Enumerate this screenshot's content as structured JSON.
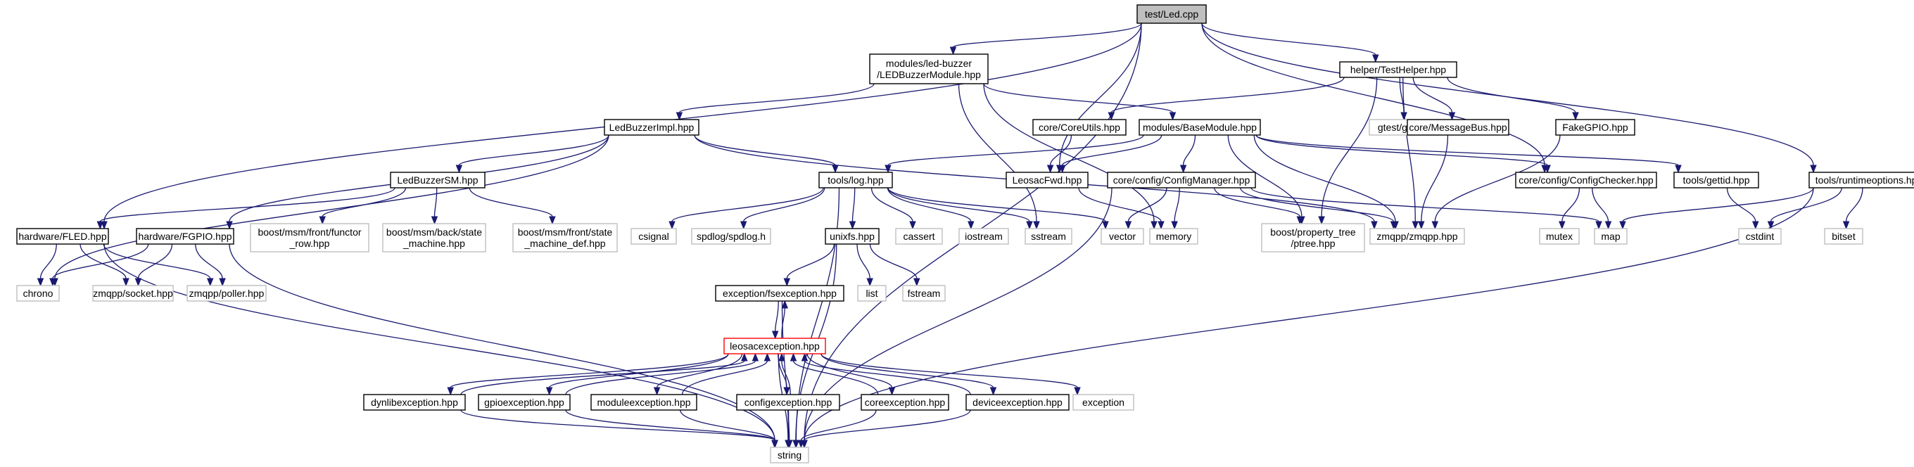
{
  "colors": {
    "edge": "#191970",
    "box_border": "#000000",
    "external_border": "#bfbfbf",
    "root_fill": "#bfbfbf",
    "highlight_border": "#ff0000",
    "background": "#ffffff"
  },
  "nodes": [
    {
      "id": "root",
      "lines": [
        "test/Led.cpp"
      ],
      "kind": "root"
    },
    {
      "id": "ledbuzzermodule",
      "lines": [
        "modules/led-buzzer",
        "/LEDBuzzerModule.hpp"
      ],
      "kind": "local"
    },
    {
      "id": "testhelper",
      "lines": [
        "helper/TestHelper.hpp"
      ],
      "kind": "local"
    },
    {
      "id": "ledbuzzerimpl",
      "lines": [
        "LedBuzzerImpl.hpp"
      ],
      "kind": "local"
    },
    {
      "id": "coreutils",
      "lines": [
        "core/CoreUtils.hpp"
      ],
      "kind": "local"
    },
    {
      "id": "basemodule",
      "lines": [
        "modules/BaseModule.hpp"
      ],
      "kind": "local"
    },
    {
      "id": "gtest",
      "lines": [
        "gtest/gtest.h"
      ],
      "kind": "external"
    },
    {
      "id": "messagebus",
      "lines": [
        "core/MessageBus.hpp"
      ],
      "kind": "local"
    },
    {
      "id": "fakegpio",
      "lines": [
        "FakeGPIO.hpp"
      ],
      "kind": "local"
    },
    {
      "id": "ledbuzzersm",
      "lines": [
        "LedBuzzerSM.hpp"
      ],
      "kind": "local"
    },
    {
      "id": "log",
      "lines": [
        "tools/log.hpp"
      ],
      "kind": "local"
    },
    {
      "id": "leosacfwd",
      "lines": [
        "LeosacFwd.hpp"
      ],
      "kind": "local"
    },
    {
      "id": "configmanager",
      "lines": [
        "core/config/ConfigManager.hpp"
      ],
      "kind": "local"
    },
    {
      "id": "configchecker",
      "lines": [
        "core/config/ConfigChecker.hpp"
      ],
      "kind": "local"
    },
    {
      "id": "gettid",
      "lines": [
        "tools/gettid.hpp"
      ],
      "kind": "local"
    },
    {
      "id": "runtimeoptions",
      "lines": [
        "tools/runtimeoptions.hpp"
      ],
      "kind": "local"
    },
    {
      "id": "fled",
      "lines": [
        "hardware/FLED.hpp"
      ],
      "kind": "local"
    },
    {
      "id": "fgpio",
      "lines": [
        "hardware/FGPIO.hpp"
      ],
      "kind": "local"
    },
    {
      "id": "functor_row",
      "lines": [
        "boost/msm/front/functor",
        "_row.hpp"
      ],
      "kind": "external"
    },
    {
      "id": "state_machine",
      "lines": [
        "boost/msm/back/state",
        "_machine.hpp"
      ],
      "kind": "external"
    },
    {
      "id": "state_machine_def",
      "lines": [
        "boost/msm/front/state",
        "_machine_def.hpp"
      ],
      "kind": "external"
    },
    {
      "id": "csignal",
      "lines": [
        "csignal"
      ],
      "kind": "external"
    },
    {
      "id": "spdlog",
      "lines": [
        "spdlog/spdlog.h"
      ],
      "kind": "external"
    },
    {
      "id": "unixfs",
      "lines": [
        "unixfs.hpp"
      ],
      "kind": "local"
    },
    {
      "id": "cassert",
      "lines": [
        "cassert"
      ],
      "kind": "external"
    },
    {
      "id": "iostream",
      "lines": [
        "iostream"
      ],
      "kind": "external"
    },
    {
      "id": "sstream",
      "lines": [
        "sstream"
      ],
      "kind": "external"
    },
    {
      "id": "vector",
      "lines": [
        "vector"
      ],
      "kind": "external"
    },
    {
      "id": "memory",
      "lines": [
        "memory"
      ],
      "kind": "external"
    },
    {
      "id": "ptree",
      "lines": [
        "boost/property_tree",
        "/ptree.hpp"
      ],
      "kind": "external"
    },
    {
      "id": "zmqpp",
      "lines": [
        "zmqpp/zmqpp.hpp"
      ],
      "kind": "external"
    },
    {
      "id": "mutex",
      "lines": [
        "mutex"
      ],
      "kind": "external"
    },
    {
      "id": "map",
      "lines": [
        "map"
      ],
      "kind": "external"
    },
    {
      "id": "cstdint",
      "lines": [
        "cstdint"
      ],
      "kind": "external"
    },
    {
      "id": "bitset",
      "lines": [
        "bitset"
      ],
      "kind": "external"
    },
    {
      "id": "chrono",
      "lines": [
        "chrono"
      ],
      "kind": "external"
    },
    {
      "id": "socket",
      "lines": [
        "zmqpp/socket.hpp"
      ],
      "kind": "external"
    },
    {
      "id": "poller",
      "lines": [
        "zmqpp/poller.hpp"
      ],
      "kind": "external"
    },
    {
      "id": "list",
      "lines": [
        "list"
      ],
      "kind": "external"
    },
    {
      "id": "fstream",
      "lines": [
        "fstream"
      ],
      "kind": "external"
    },
    {
      "id": "fsexception",
      "lines": [
        "exception/fsexception.hpp"
      ],
      "kind": "local"
    },
    {
      "id": "leosacexception",
      "lines": [
        "leosacexception.hpp"
      ],
      "kind": "highlight"
    },
    {
      "id": "dynlibexception",
      "lines": [
        "dynlibexception.hpp"
      ],
      "kind": "local"
    },
    {
      "id": "gpioexception",
      "lines": [
        "gpioexception.hpp"
      ],
      "kind": "local"
    },
    {
      "id": "moduleexception",
      "lines": [
        "moduleexception.hpp"
      ],
      "kind": "local"
    },
    {
      "id": "configexception",
      "lines": [
        "configexception.hpp"
      ],
      "kind": "local"
    },
    {
      "id": "coreexception",
      "lines": [
        "coreexception.hpp"
      ],
      "kind": "local"
    },
    {
      "id": "deviceexception",
      "lines": [
        "deviceexception.hpp"
      ],
      "kind": "local"
    },
    {
      "id": "exception",
      "lines": [
        "exception"
      ],
      "kind": "external"
    },
    {
      "id": "string",
      "lines": [
        "string"
      ],
      "kind": "external"
    }
  ],
  "edges": [
    [
      "root",
      "ledbuzzermodule"
    ],
    [
      "root",
      "testhelper"
    ],
    [
      "root",
      "fled"
    ],
    [
      "root",
      "leosacfwd"
    ],
    [
      "root",
      "configchecker"
    ],
    [
      "root",
      "runtimeoptions"
    ],
    [
      "root",
      "string"
    ],
    [
      "ledbuzzermodule",
      "ledbuzzerimpl"
    ],
    [
      "ledbuzzermodule",
      "basemodule"
    ],
    [
      "ledbuzzermodule",
      "memory"
    ],
    [
      "ledbuzzermodule",
      "sstream"
    ],
    [
      "testhelper",
      "coreutils"
    ],
    [
      "testhelper",
      "gtest"
    ],
    [
      "testhelper",
      "messagebus"
    ],
    [
      "testhelper",
      "fakegpio"
    ],
    [
      "testhelper",
      "zmqpp"
    ],
    [
      "testhelper",
      "ptree"
    ],
    [
      "ledbuzzerimpl",
      "ledbuzzersm"
    ],
    [
      "ledbuzzerimpl",
      "log"
    ],
    [
      "ledbuzzerimpl",
      "fgpio"
    ],
    [
      "ledbuzzerimpl",
      "chrono"
    ],
    [
      "ledbuzzerimpl",
      "zmqpp"
    ],
    [
      "coreutils",
      "leosacfwd"
    ],
    [
      "basemodule",
      "log"
    ],
    [
      "basemodule",
      "leosacfwd"
    ],
    [
      "basemodule",
      "configmanager"
    ],
    [
      "basemodule",
      "configchecker"
    ],
    [
      "basemodule",
      "gettid"
    ],
    [
      "basemodule",
      "zmqpp"
    ],
    [
      "basemodule",
      "ptree"
    ],
    [
      "messagebus",
      "zmqpp"
    ],
    [
      "fakegpio",
      "zmqpp"
    ],
    [
      "ledbuzzersm",
      "fled"
    ],
    [
      "ledbuzzersm",
      "functor_row"
    ],
    [
      "ledbuzzersm",
      "state_machine"
    ],
    [
      "ledbuzzersm",
      "state_machine_def"
    ],
    [
      "log",
      "csignal"
    ],
    [
      "log",
      "spdlog"
    ],
    [
      "log",
      "unixfs"
    ],
    [
      "log",
      "cassert"
    ],
    [
      "log",
      "iostream"
    ],
    [
      "log",
      "sstream"
    ],
    [
      "log",
      "vector"
    ],
    [
      "log",
      "string"
    ],
    [
      "leosacfwd",
      "memory"
    ],
    [
      "configmanager",
      "vector"
    ],
    [
      "configmanager",
      "memory"
    ],
    [
      "configmanager",
      "ptree"
    ],
    [
      "configmanager",
      "zmqpp"
    ],
    [
      "configmanager",
      "map"
    ],
    [
      "configmanager",
      "string"
    ],
    [
      "configchecker",
      "mutex"
    ],
    [
      "configchecker",
      "map"
    ],
    [
      "gettid",
      "cstdint"
    ],
    [
      "runtimeoptions",
      "map"
    ],
    [
      "runtimeoptions",
      "cstdint"
    ],
    [
      "runtimeoptions",
      "bitset"
    ],
    [
      "runtimeoptions",
      "string"
    ],
    [
      "fled",
      "chrono"
    ],
    [
      "fled",
      "socket"
    ],
    [
      "fled",
      "poller"
    ],
    [
      "fled",
      "string"
    ],
    [
      "fgpio",
      "chrono"
    ],
    [
      "fgpio",
      "socket"
    ],
    [
      "fgpio",
      "poller"
    ],
    [
      "fgpio",
      "string"
    ],
    [
      "unixfs",
      "fsexception"
    ],
    [
      "unixfs",
      "list"
    ],
    [
      "unixfs",
      "fstream"
    ],
    [
      "unixfs",
      "string"
    ],
    [
      "fsexception",
      "leosacexception"
    ],
    [
      "fsexception",
      "string"
    ],
    [
      "leosacexception",
      "fsexception"
    ],
    [
      "leosacexception",
      "dynlibexception"
    ],
    [
      "leosacexception",
      "gpioexception"
    ],
    [
      "leosacexception",
      "moduleexception"
    ],
    [
      "leosacexception",
      "configexception"
    ],
    [
      "leosacexception",
      "coreexception"
    ],
    [
      "leosacexception",
      "deviceexception"
    ],
    [
      "leosacexception",
      "exception"
    ],
    [
      "leosacexception",
      "string"
    ],
    [
      "dynlibexception",
      "leosacexception"
    ],
    [
      "dynlibexception",
      "string"
    ],
    [
      "gpioexception",
      "leosacexception"
    ],
    [
      "gpioexception",
      "string"
    ],
    [
      "moduleexception",
      "leosacexception"
    ],
    [
      "moduleexception",
      "string"
    ],
    [
      "configexception",
      "leosacexception"
    ],
    [
      "configexception",
      "string"
    ],
    [
      "coreexception",
      "leosacexception"
    ],
    [
      "coreexception",
      "string"
    ],
    [
      "deviceexception",
      "leosacexception"
    ],
    [
      "deviceexception",
      "string"
    ]
  ]
}
